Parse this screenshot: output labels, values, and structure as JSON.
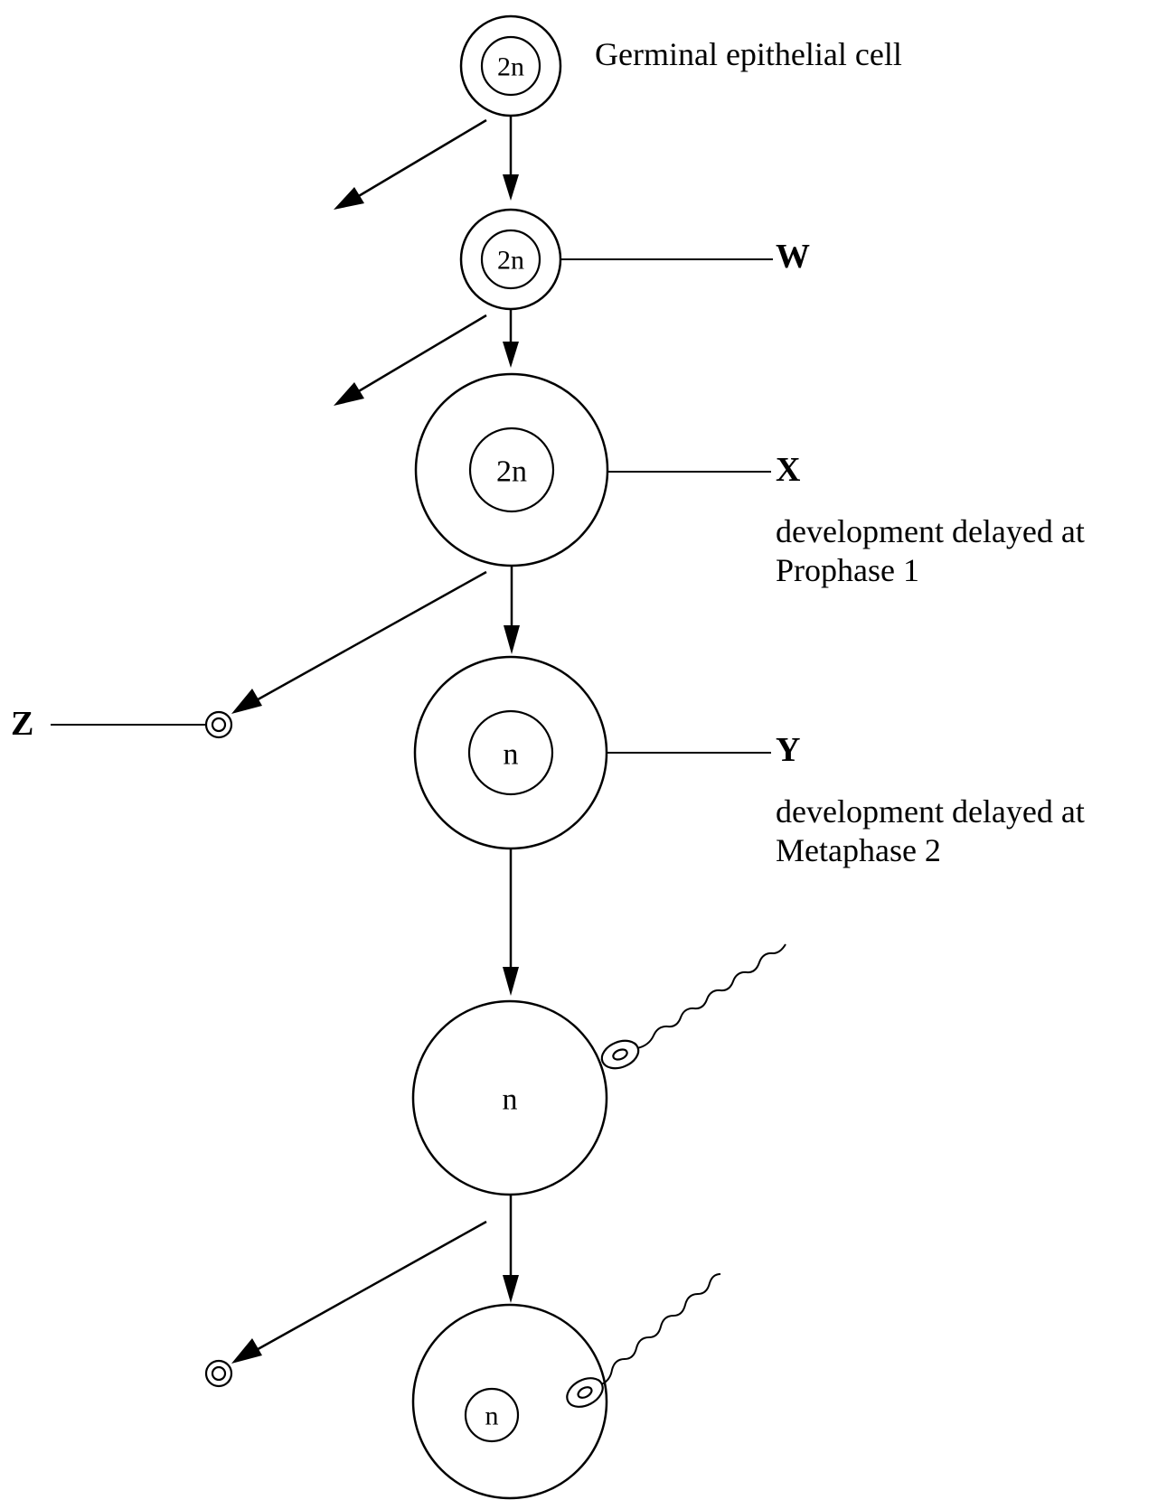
{
  "labels": {
    "germinal": "Germinal epithelial cell",
    "W": "W",
    "X": "X",
    "Y": "Y",
    "Z": "Z",
    "x_note_line1": "development delayed at",
    "x_note_line2": "Prophase 1",
    "y_note_line1": "development delayed at",
    "y_note_line2": "Metaphase 2"
  },
  "nuclei": {
    "germinal": "2n",
    "w": "2n",
    "x": "2n",
    "y": "n",
    "fertilising": "n",
    "final": "n"
  }
}
